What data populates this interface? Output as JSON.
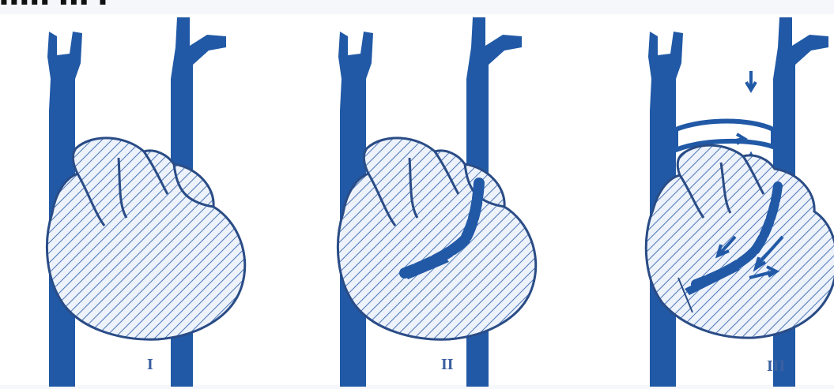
{
  "figure": {
    "colors": {
      "vessel": "#2159a6",
      "outline": "#2a4c86",
      "hatch": "#4a76b8",
      "fill": "#edf2fb",
      "background": "#f6f7fb",
      "paper": "#ffffff"
    },
    "panels": [
      {
        "label": "I"
      },
      {
        "label": "II"
      },
      {
        "label": "III"
      }
    ]
  }
}
